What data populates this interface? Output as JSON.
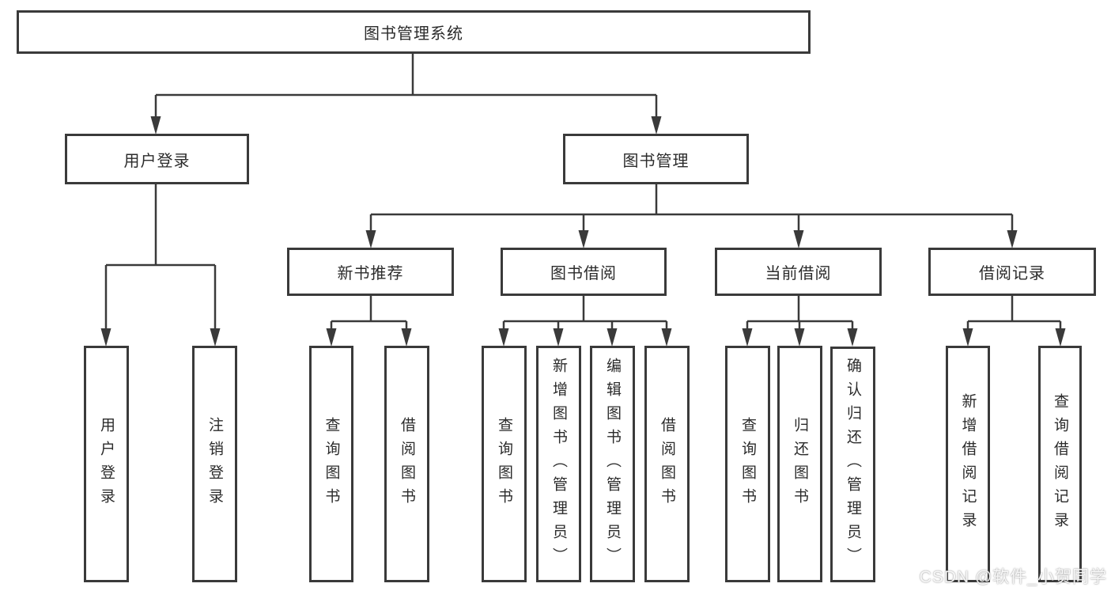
{
  "diagram": {
    "root": {
      "label": "图书管理系统"
    },
    "branches": {
      "user_login": {
        "label": "用户登录",
        "children": {
          "login": {
            "label": "用户登录"
          },
          "logout": {
            "label": "注销登录"
          }
        }
      },
      "book_management": {
        "label": "图书管理",
        "children": {
          "new_book_recommendation": {
            "label": "新书推荐",
            "children": {
              "query_books": {
                "label": "查询图书"
              },
              "borrow_books": {
                "label": "借阅图书"
              }
            }
          },
          "book_borrowing": {
            "label": "图书借阅",
            "children": {
              "query_books": {
                "label": "查询图书"
              },
              "add_books": {
                "label": "新增图书（管理员）"
              },
              "edit_books": {
                "label": "编辑图书（管理员）"
              },
              "borrow_books": {
                "label": "借阅图书"
              }
            }
          },
          "current_borrowing": {
            "label": "当前借阅",
            "children": {
              "query_books": {
                "label": "查询图书"
              },
              "return_books": {
                "label": "归还图书"
              },
              "confirm_return": {
                "label": "确认归还（管理员）"
              }
            }
          },
          "borrowing_records": {
            "label": "借阅记录",
            "children": {
              "add_record": {
                "label": "新增借阅记录"
              },
              "query_record": {
                "label": "查询借阅记录"
              }
            }
          }
        }
      }
    }
  },
  "watermark": {
    "text": "CSDN @软件_小贺同学"
  },
  "colors": {
    "line": "#3a3a3a",
    "box_border": "#3a3a3a",
    "text": "#2b2b2b",
    "background": "#ffffff",
    "watermark": "#f0f0f0"
  }
}
